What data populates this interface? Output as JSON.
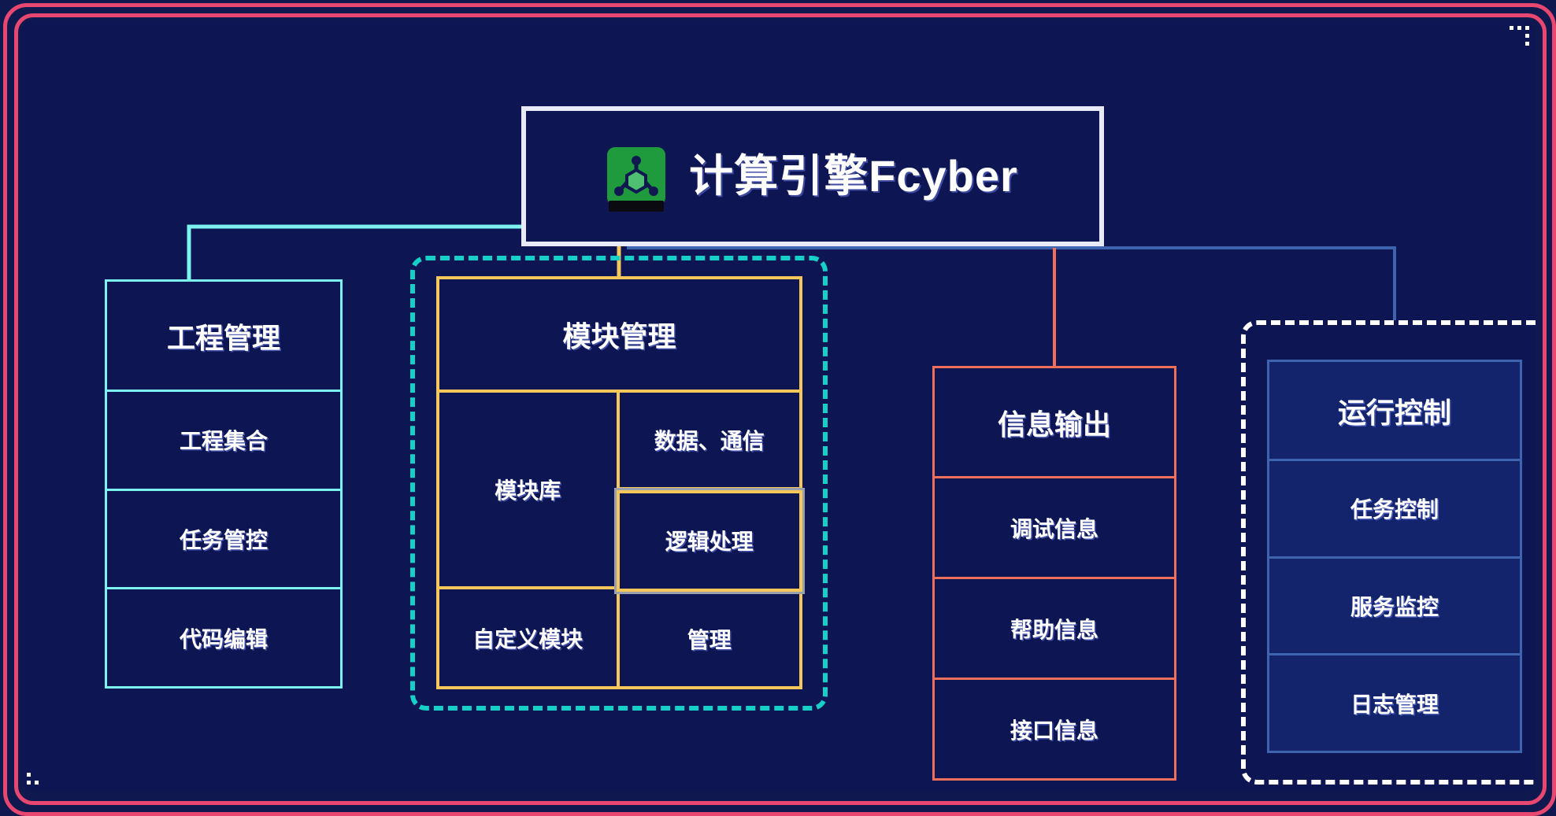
{
  "diagram": {
    "title_node": {
      "label": "计算引擎Fcyber",
      "icon": "node-graph-icon",
      "icon_bg": "#1f9b3e",
      "border_color": "#e9eaf7"
    },
    "frame": {
      "accent_color": "#e8486f",
      "background_color": "#0d1553"
    },
    "columns": [
      {
        "id": "engineering",
        "header": "工程管理",
        "accent_color": "#7df3ef",
        "wrapper": "none",
        "items": [
          "工程集合",
          "任务管控",
          "代码编辑"
        ]
      },
      {
        "id": "module",
        "header": "模块管理",
        "accent_color": "#f5c65a",
        "wrapper": "dashed",
        "wrapper_color": "#16cfc6",
        "grid": {
          "left": [
            "模块库",
            "自定义模块"
          ],
          "right": [
            "数据、通信",
            "逻辑处理",
            "管理"
          ],
          "highlighted": "逻辑处理",
          "highlight_color": "#9aa0ae"
        }
      },
      {
        "id": "output",
        "header": "信息输出",
        "accent_color": "#ef6f5a",
        "wrapper": "none",
        "items": [
          "调试信息",
          "帮助信息",
          "接口信息"
        ]
      },
      {
        "id": "runtime",
        "header": "运行控制",
        "accent_color": "#3e64b0",
        "wrapper": "dashed",
        "wrapper_color": "#ffffff",
        "items": [
          "任务控制",
          "服务监控",
          "日志管理"
        ]
      }
    ],
    "connectors": [
      {
        "to": "engineering",
        "color": "#7df3ef"
      },
      {
        "to": "module",
        "color": "#f5c65a"
      },
      {
        "to": "output",
        "color": "#ef6f5a"
      },
      {
        "to": "runtime",
        "color": "#3e64b0"
      }
    ]
  }
}
